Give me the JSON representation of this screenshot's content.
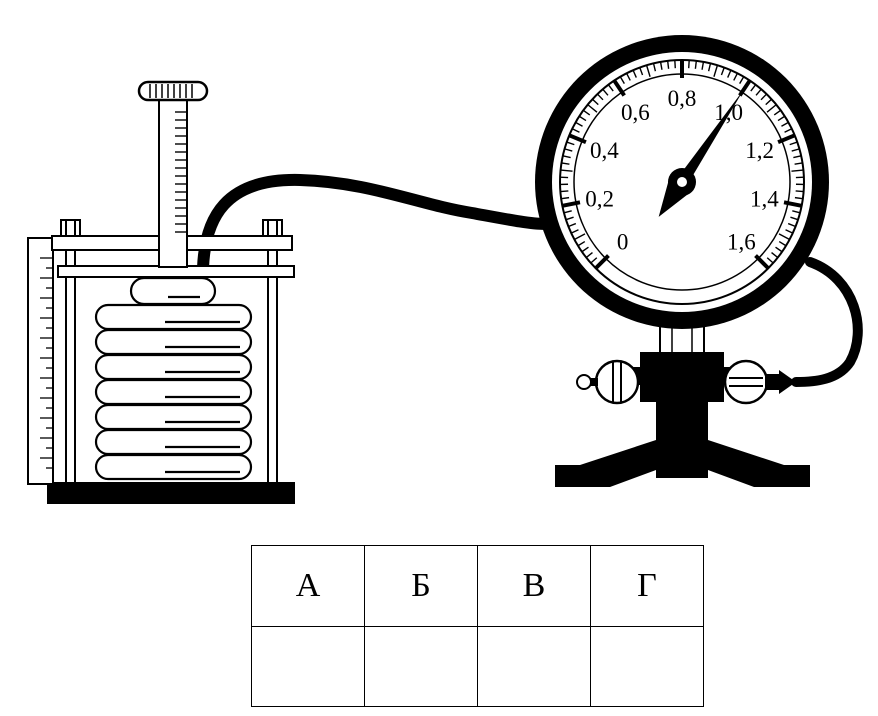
{
  "gauge": {
    "scale_labels": [
      "0",
      "0,2",
      "0,4",
      "0,6",
      "0,8",
      "1,0",
      "1,2",
      "1,4",
      "1,6"
    ],
    "scale_min": 0,
    "scale_max": 1.6,
    "needle_reading": 1.0
  },
  "answer_table": {
    "headers": [
      "А",
      "Б",
      "В",
      "Г"
    ],
    "answers": [
      "",
      "",
      "",
      ""
    ]
  }
}
